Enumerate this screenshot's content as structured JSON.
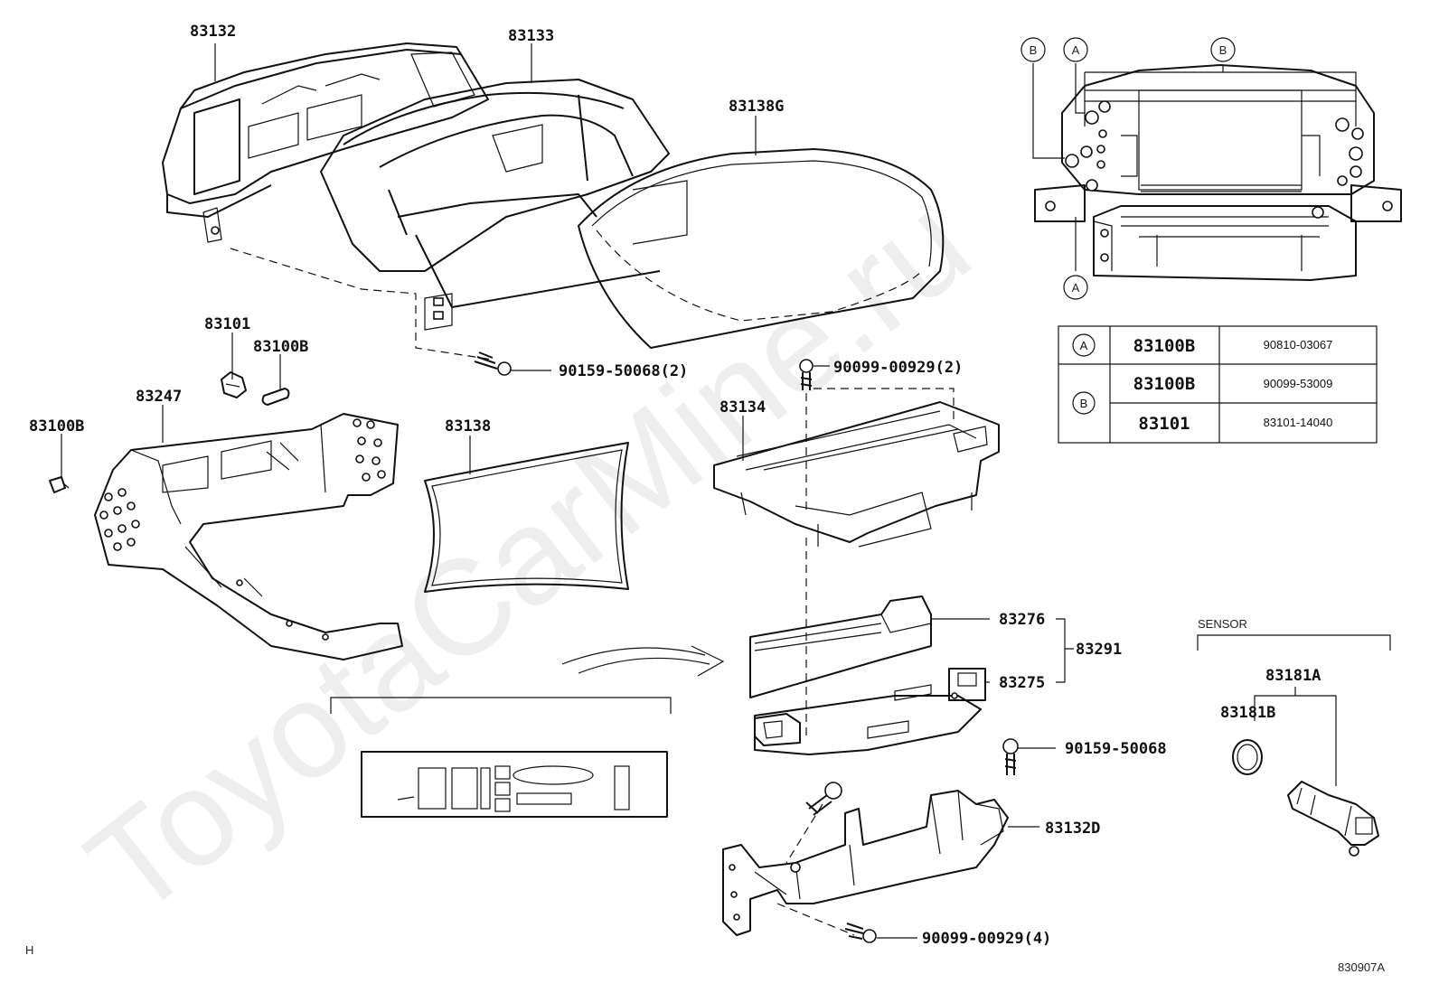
{
  "watermark": "ToyotaCarMine.ru",
  "diagram_code": "830907A",
  "corner_mark": "H",
  "callouts": {
    "c83132": "83132",
    "c83133": "83133",
    "c83138G": "83138G",
    "c83101": "83101",
    "c83100B_a": "83100B",
    "c83100B_b": "83100B",
    "c83247": "83247",
    "c83138": "83138",
    "c83134": "83134",
    "c90159_50068_2": "90159-50068(2)",
    "c90099_00929_2": "90099-00929(2)",
    "c83276": "83276",
    "c83291": "83291",
    "c83275": "83275",
    "c90159_50068": "90159-50068",
    "c83132D": "83132D",
    "c90099_00929_4": "90099-00929(4)",
    "sensor": "SENSOR",
    "c83181A": "83181A",
    "c83181B": "83181B"
  },
  "view_markers": {
    "b_left": "B",
    "a_top": "A",
    "b_top": "B",
    "a_bottom": "A"
  },
  "legend_table": {
    "rows": [
      {
        "marker": "A",
        "part": "83100B",
        "number": "90810-03067"
      },
      {
        "marker": "B",
        "part": "83100B",
        "number": "90099-53009"
      },
      {
        "marker": "",
        "part": "83101",
        "number": "83101-14040"
      }
    ]
  }
}
